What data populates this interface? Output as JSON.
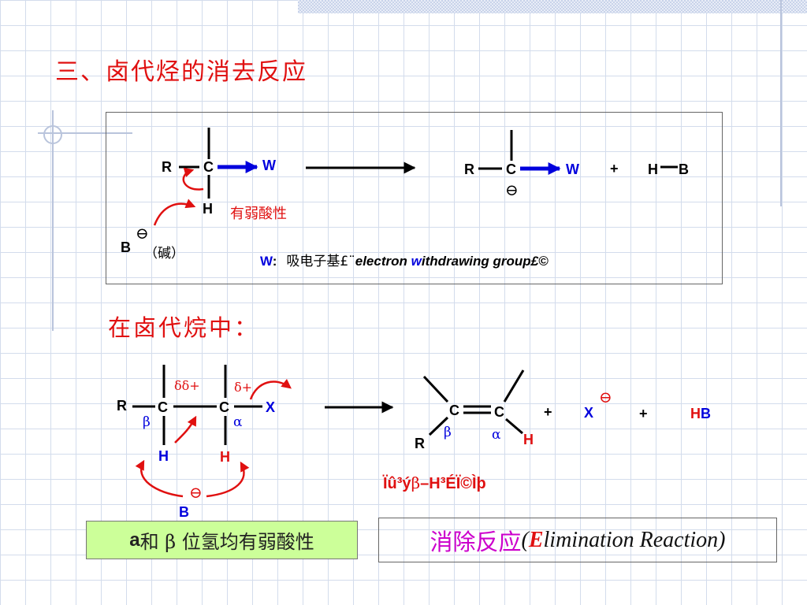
{
  "title": "三、卤代烃的消去反应",
  "box1": {
    "reactant": {
      "R": "R",
      "C": "C",
      "W": "W",
      "H": "H"
    },
    "acidity_note": "有弱酸性",
    "base": {
      "B": "B",
      "charge": "⊖",
      "label": "（碱）"
    },
    "product": {
      "R": "R",
      "C": "C",
      "W": "W",
      "plus": "+",
      "H": "H",
      "B": "B",
      "charge": "⊖"
    },
    "w_definition": {
      "prefix": "W",
      "colon": ":",
      "cn": "吸电子基£¨",
      "en_e": "electron ",
      "en_w": "w",
      "en_rest": "ithdrawing group£©"
    }
  },
  "section2": "在卤代烷中：",
  "mech": {
    "R": "R",
    "C1": "C",
    "C2": "C",
    "X": "X",
    "beta": "β",
    "alpha": "α",
    "H1": "H",
    "H2": "H",
    "dd_plus": "δδ+",
    "d_plus": "δ+",
    "base_charge": "⊖",
    "base_B": "B"
  },
  "product2": {
    "C1": "C",
    "C2": "C",
    "R": "R",
    "H": "H",
    "beta": "β",
    "alpha": "α",
    "plus1": "+",
    "X": "X",
    "X_charge": "⊖",
    "plus2": "+",
    "HB_H": "H",
    "HB_B": "B"
  },
  "caption": {
    "part1": "Ïû³ý",
    "beta": "β",
    "dash": "–",
    "part2": "H³ÉÏ©Ìþ"
  },
  "box_a": {
    "a": "a",
    "text": "和 β 位氢均有弱酸性"
  },
  "box_elim": {
    "cn": "消除反应",
    "open": "(",
    "E": "E",
    "rest": "limination Reaction",
    "close": ")"
  }
}
